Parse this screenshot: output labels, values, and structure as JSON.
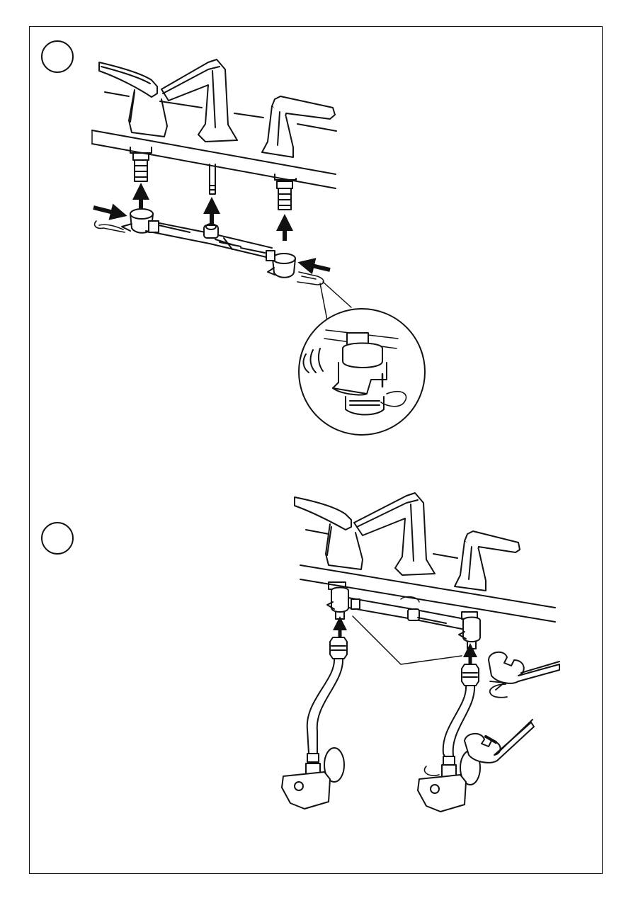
{
  "page": {
    "background": "#ffffff",
    "line_color": "#111111"
  },
  "steps": [
    {
      "id": "step-1",
      "icon": "step-number-circle",
      "illustration": "faucet-tee-connector-install"
    },
    {
      "id": "step-2",
      "icon": "step-number-circle",
      "illustration": "supply-hose-connection"
    }
  ],
  "icons": {
    "arrow": "arrow-icon",
    "clip": "retaining-clip-icon",
    "wrench": "wrench-icon",
    "rotate": "rotate-arrow-icon"
  }
}
